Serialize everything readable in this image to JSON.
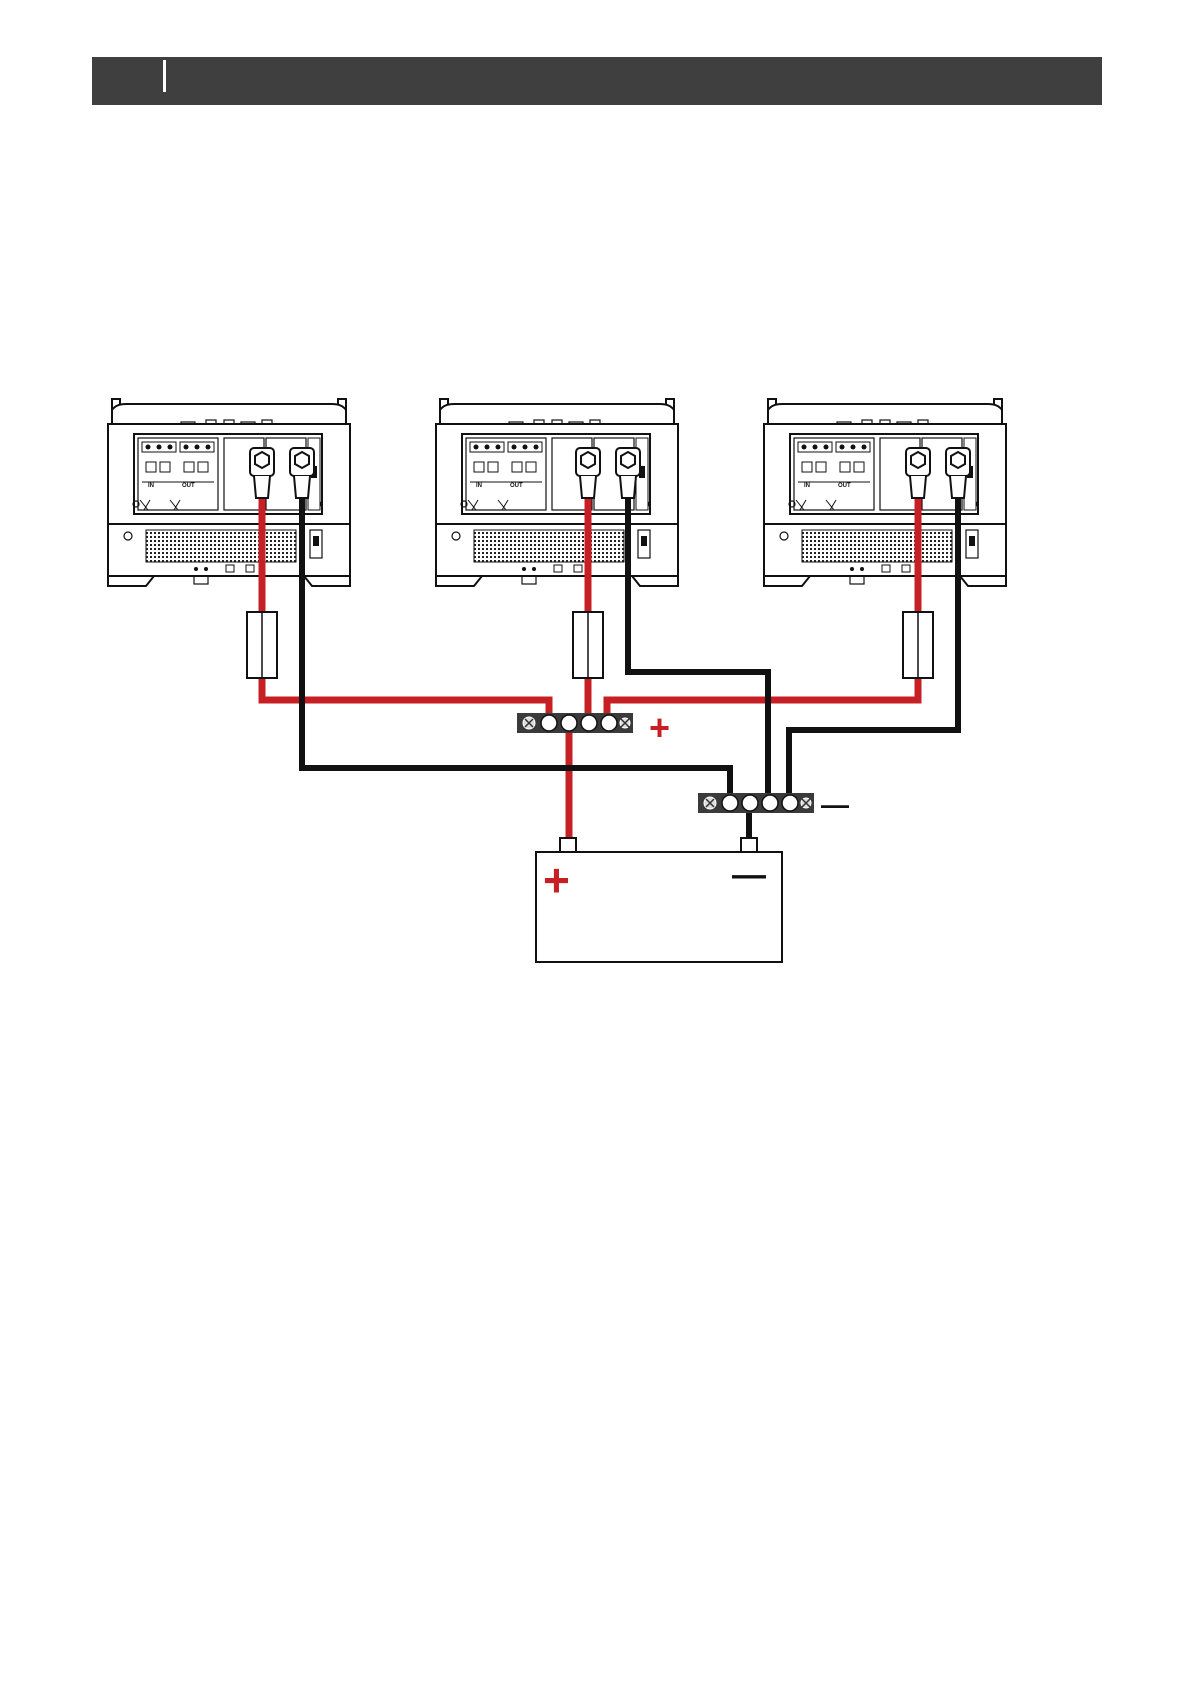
{
  "header": {
    "section": "",
    "title": ""
  },
  "diagram": {
    "units": [
      {
        "in_label": "IN",
        "out_label": "OUT"
      },
      {
        "in_label": "IN",
        "out_label": "OUT"
      },
      {
        "in_label": "IN",
        "out_label": "OUT"
      }
    ],
    "positive_busbar": {
      "symbol": "+"
    },
    "negative_busbar": {
      "symbol": "—"
    },
    "battery": {
      "positive_symbol": "+",
      "negative_symbol": "—"
    },
    "colors": {
      "positive_cable": "#c62026",
      "negative_cable": "#111111",
      "header": "#3f3f3f"
    }
  }
}
